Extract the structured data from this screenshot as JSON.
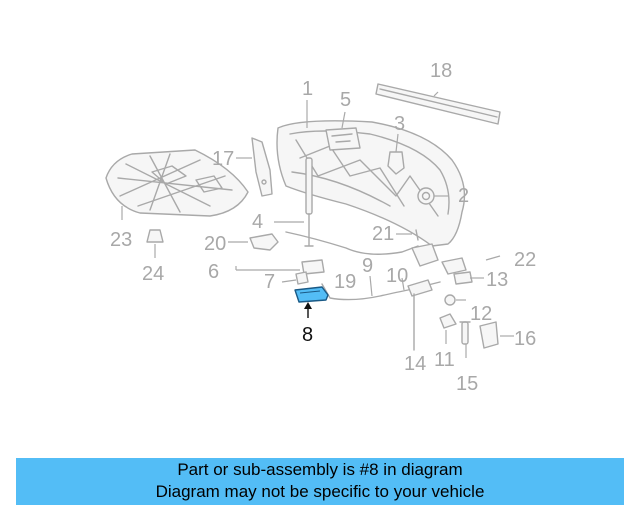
{
  "banner": {
    "line1": "Part or sub-assembly is #8 in diagram",
    "line2": "Diagram may not be specific to your vehicle"
  },
  "highlight_color": "#53bdf6",
  "callouts": {
    "c1": "1",
    "c2": "2",
    "c3": "3",
    "c4": "4",
    "c5": "5",
    "c6": "6",
    "c7": "7",
    "c8": "8",
    "c9": "9",
    "c10": "10",
    "c11": "11",
    "c12": "12",
    "c13": "13",
    "c14": "14",
    "c15": "15",
    "c16": "16",
    "c17": "17",
    "c18": "18",
    "c19": "19",
    "c20": "20",
    "c21": "21",
    "c22": "22",
    "c23": "23",
    "c24": "24"
  }
}
